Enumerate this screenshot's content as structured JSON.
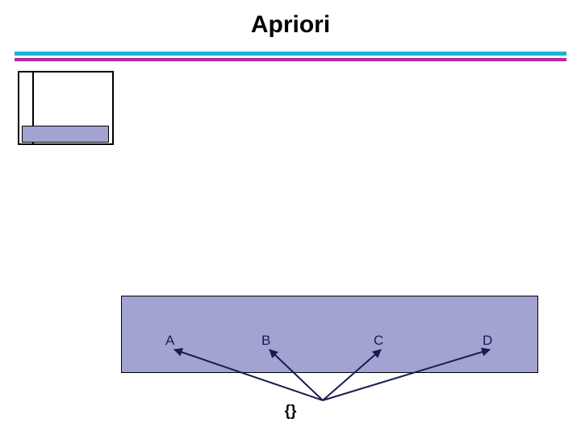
{
  "slide": {
    "title": "Apriori",
    "background_color": "#ffffff"
  },
  "rules": {
    "top_rule_color": "#19b5d2",
    "bottom_rule_color": "#a3238e",
    "bottom_rule_highlight_color": "#cc22b8"
  },
  "thumbnail": {
    "name": "slide-thumbnail-outline",
    "border_color": "#000000",
    "band_fill_color": "#a3a3d1"
  },
  "lattice": {
    "level_fill_color": "#a3a3d1",
    "level_border_color": "#000000",
    "label_color": "#1b1b52",
    "arrow_color": "#1b1b52",
    "items": [
      {
        "label": "A"
      },
      {
        "label": "B"
      },
      {
        "label": "C"
      },
      {
        "label": "D"
      }
    ],
    "root_label": "{}"
  }
}
